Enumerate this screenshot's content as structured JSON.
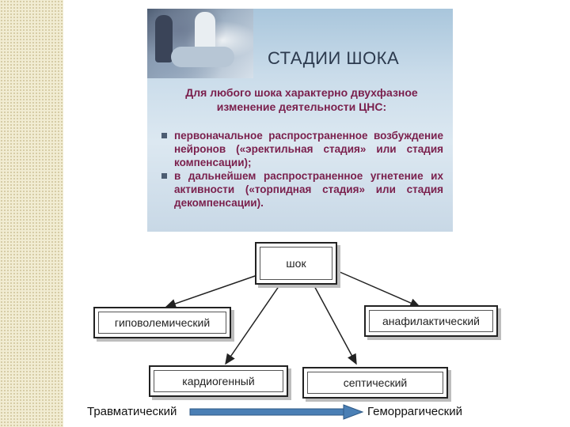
{
  "slide": {
    "title": "СТАДИИ ШОКА",
    "intro": "Для любого шока характерно двухфазное изменение деятельности ЦНС:",
    "bullets": [
      {
        "text": "первоначальное распространенное возбуждение нейронов («эректильная стадия» или стадия компенсации);"
      },
      {
        "text": "в дальнейшем распространенное угнетение их активности («торпидная стадия» или стадия декомпенсации)."
      }
    ]
  },
  "diagram": {
    "root": "шок",
    "children": [
      "гиповолемический",
      "анафилактический",
      "кардиогенный",
      "септический"
    ]
  },
  "bottom": {
    "left_label": "Травматический",
    "right_label": "Геморрагический",
    "arrow_color": "#4a7fb5"
  }
}
